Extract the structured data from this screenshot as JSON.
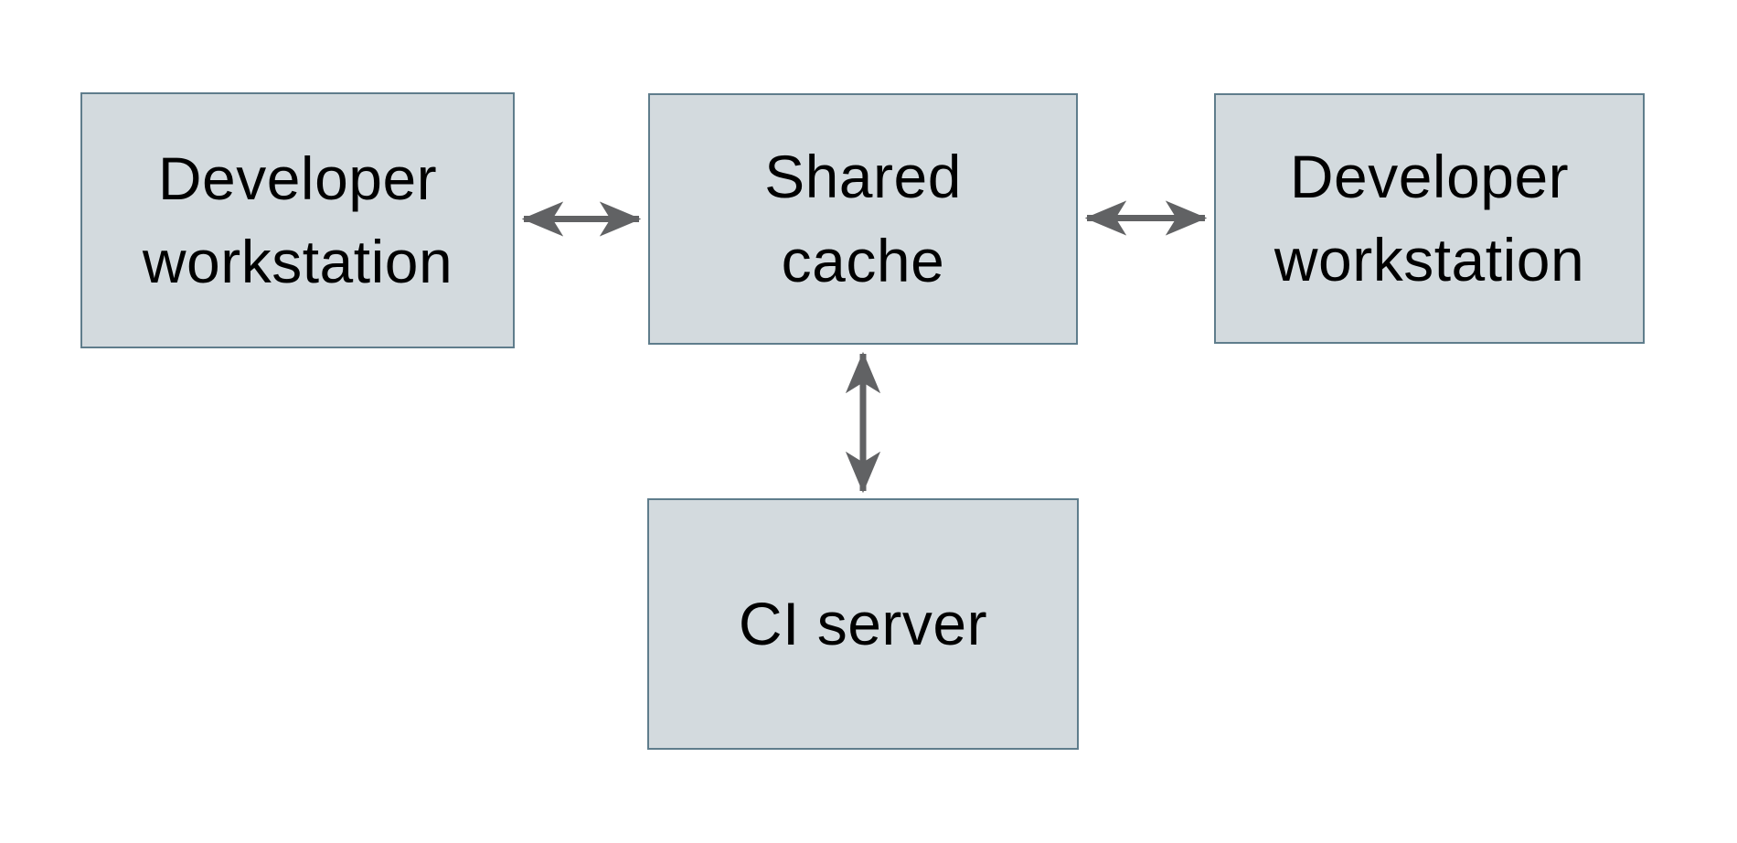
{
  "diagram": {
    "description": "Shared cache topology diagram",
    "nodes": [
      {
        "id": "developer-workstation-left",
        "label": "Developer\nworkstation"
      },
      {
        "id": "shared-cache",
        "label": "Shared\ncache"
      },
      {
        "id": "developer-workstation-right",
        "label": "Developer\nworkstation"
      },
      {
        "id": "ci-server",
        "label": "CI server"
      }
    ],
    "edges": [
      {
        "from": "developer-workstation-left",
        "to": "shared-cache",
        "direction": "bidirectional"
      },
      {
        "from": "shared-cache",
        "to": "developer-workstation-right",
        "direction": "bidirectional"
      },
      {
        "from": "shared-cache",
        "to": "ci-server",
        "direction": "bidirectional"
      }
    ]
  },
  "colors": {
    "node-fill": "#d3dade",
    "node-border": "#5f7d8c",
    "arrow": "#616264",
    "text": "#000000",
    "background": "#ffffff"
  }
}
